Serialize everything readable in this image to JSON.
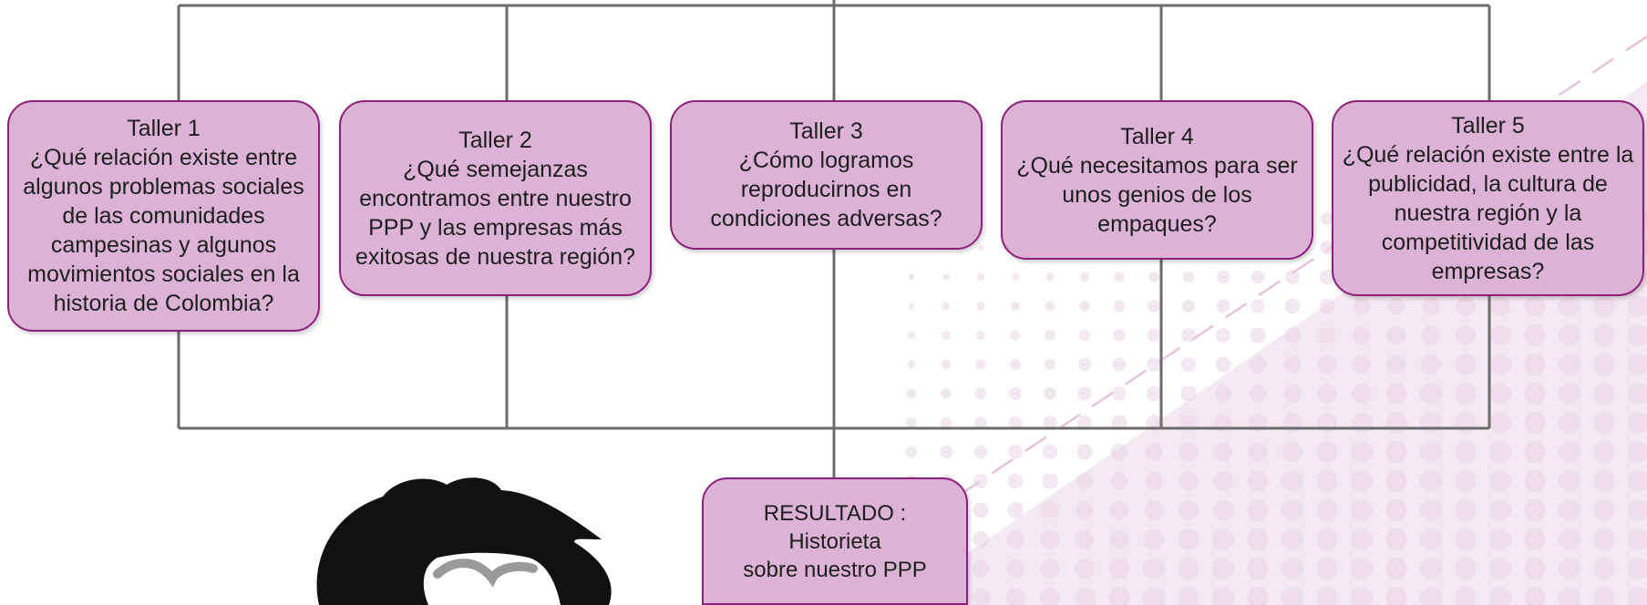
{
  "workshops": [
    {
      "title": "Taller 1",
      "question": "¿Qué relación existe entre algunos problemas sociales de las comunidades campesinas y algunos movimientos sociales en la historia de Colombia?"
    },
    {
      "title": "Taller 2",
      "question": "¿Qué semejanzas encontramos entre nuestro PPP y las empresas más exitosas de nuestra región?"
    },
    {
      "title": "Taller 3",
      "question": "¿Cómo logramos reproducirnos en condiciones adversas?"
    },
    {
      "title": "Taller 4",
      "question": "¿Qué necesitamos para ser unos genios de los empaques?"
    },
    {
      "title": "Taller 5",
      "question": "¿Qué relación existe entre la publicidad, la cultura de nuestra región y la competitividad de las empresas?"
    }
  ],
  "result": {
    "label": "RESULTADO :",
    "line1": "Historieta",
    "line2": "sobre nuestro PPP"
  },
  "colors": {
    "node_fill": "#dcb3d4",
    "node_border": "#8e1f7d",
    "connector": "#6b6b6b",
    "background_accent": "#f3e6f0"
  }
}
